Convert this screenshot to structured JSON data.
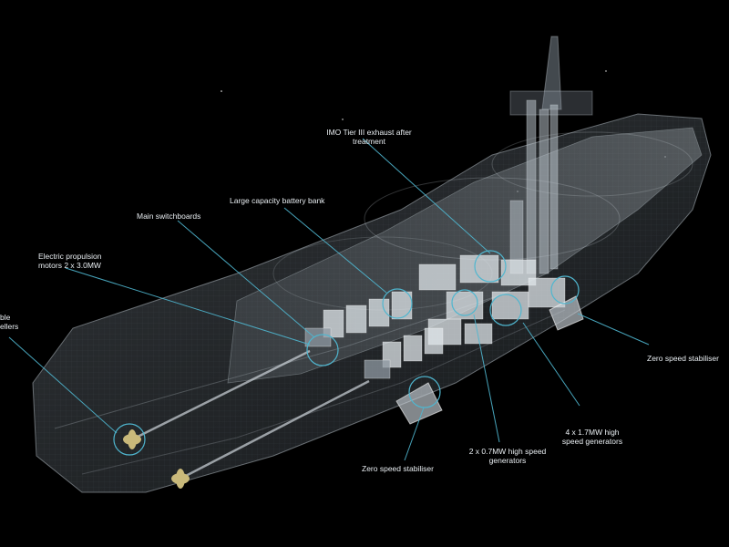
{
  "callouts": {
    "imo_exhaust": {
      "line1": "IMO Tier III exhaust after",
      "line2": "treatment"
    },
    "battery_bank": {
      "text": "Large capacity battery bank"
    },
    "main_switchboards": {
      "text": "Main switchboards"
    },
    "electric_propulsion": {
      "line1": "Electric propulsion",
      "line2": "motors 2 x 3.0MW"
    },
    "propellers": {
      "line1": "ble",
      "line2": "ellers"
    },
    "stabiliser_right": {
      "text": "Zero speed stabiliser"
    },
    "generators_4x": {
      "line1": "4 x 1.7MW high",
      "line2": "speed generators"
    },
    "generators_2x": {
      "line1": "2 x 0.7MW high speed",
      "line2": "generators"
    },
    "stabiliser_bottom": {
      "text": "Zero speed stabiliser"
    }
  },
  "colors": {
    "background": "#000000",
    "hull_fill": "#6b7680",
    "hull_edge": "#aeb8c0",
    "leader_line": "#4fb6cf",
    "label_text": "#e9eef2",
    "propeller": "#c9b97a"
  }
}
